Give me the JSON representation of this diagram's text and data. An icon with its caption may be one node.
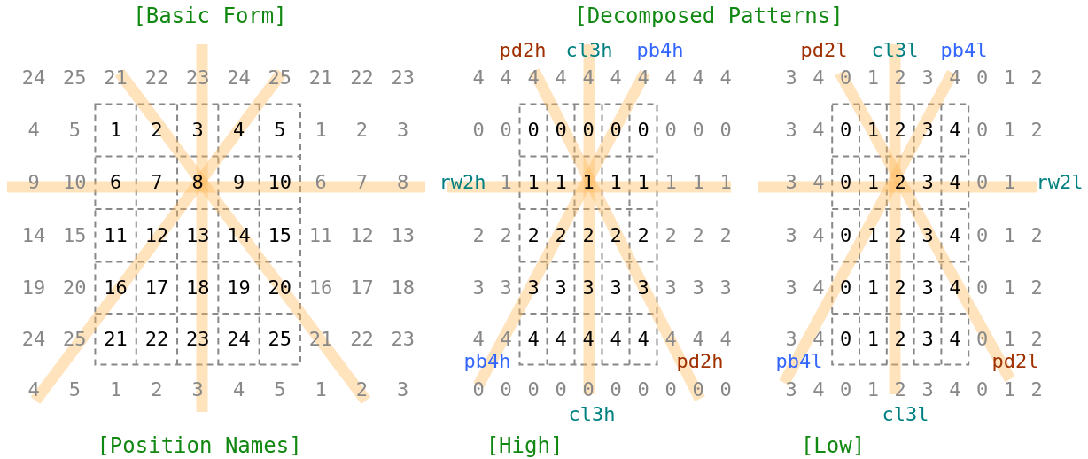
{
  "diagram": {
    "labels": [
      "[Basic Form]",
      "[Decomposed Patterns]",
      "pd2h",
      "cl3h",
      "pb4h",
      "pd2l",
      "cl3l",
      "pb4l",
      "24",
      "25",
      "21",
      "22",
      "23",
      "24",
      "25",
      "21",
      "22",
      "23",
      "4",
      "5",
      "1",
      "2",
      "3",
      "4",
      "5",
      "1",
      "2",
      "3",
      "9",
      "10",
      "6",
      "7",
      "8",
      "9",
      "10",
      "6",
      "7",
      "8",
      "14",
      "15",
      "11",
      "12",
      "13",
      "14",
      "15",
      "11",
      "12",
      "13",
      "19",
      "20",
      "16",
      "17",
      "18",
      "19",
      "20",
      "16",
      "17",
      "18",
      "24",
      "25",
      "21",
      "22",
      "23",
      "24",
      "25",
      "21",
      "22",
      "23",
      "4",
      "5",
      "1",
      "2",
      "3",
      "4",
      "5",
      "1",
      "2",
      "3",
      "4",
      "4",
      "4",
      "4",
      "4",
      "4",
      "4",
      "4",
      "4",
      "4",
      "0",
      "0",
      "0",
      "0",
      "0",
      "0",
      "0",
      "0",
      "0",
      "0",
      "rw2h",
      "1",
      "1",
      "1",
      "1",
      "1",
      "1",
      "1",
      "1",
      "1",
      "2",
      "2",
      "2",
      "2",
      "2",
      "2",
      "2",
      "2",
      "2",
      "2",
      "3",
      "3",
      "3",
      "3",
      "3",
      "3",
      "3",
      "3",
      "3",
      "3",
      "4",
      "4",
      "4",
      "4",
      "4",
      "4",
      "4",
      "4",
      "4",
      "4",
      "pb4h",
      "pd2h",
      "0",
      "0",
      "0",
      "0",
      "0",
      "0",
      "0",
      "0",
      "0",
      "0",
      "cl3h",
      "3",
      "4",
      "0",
      "1",
      "2",
      "3",
      "4",
      "0",
      "1",
      "2",
      "3",
      "4",
      "0",
      "1",
      "2",
      "3",
      "4",
      "0",
      "1",
      "2",
      "3",
      "4",
      "0",
      "1",
      "2",
      "3",
      "4",
      "0",
      "1",
      "rw2l",
      "3",
      "4",
      "0",
      "1",
      "2",
      "3",
      "4",
      "0",
      "1",
      "2",
      "3",
      "4",
      "0",
      "1",
      "2",
      "3",
      "4",
      "0",
      "1",
      "2",
      "3",
      "4",
      "0",
      "1",
      "2",
      "3",
      "4",
      "0",
      "1",
      "2",
      "pb4l",
      "pd2l",
      "3",
      "4",
      "0",
      "1",
      "2",
      "3",
      "4",
      "0",
      "1",
      "2",
      "cl3l",
      "[Position Names]",
      "[High]",
      "[Low]"
    ]
  }
}
